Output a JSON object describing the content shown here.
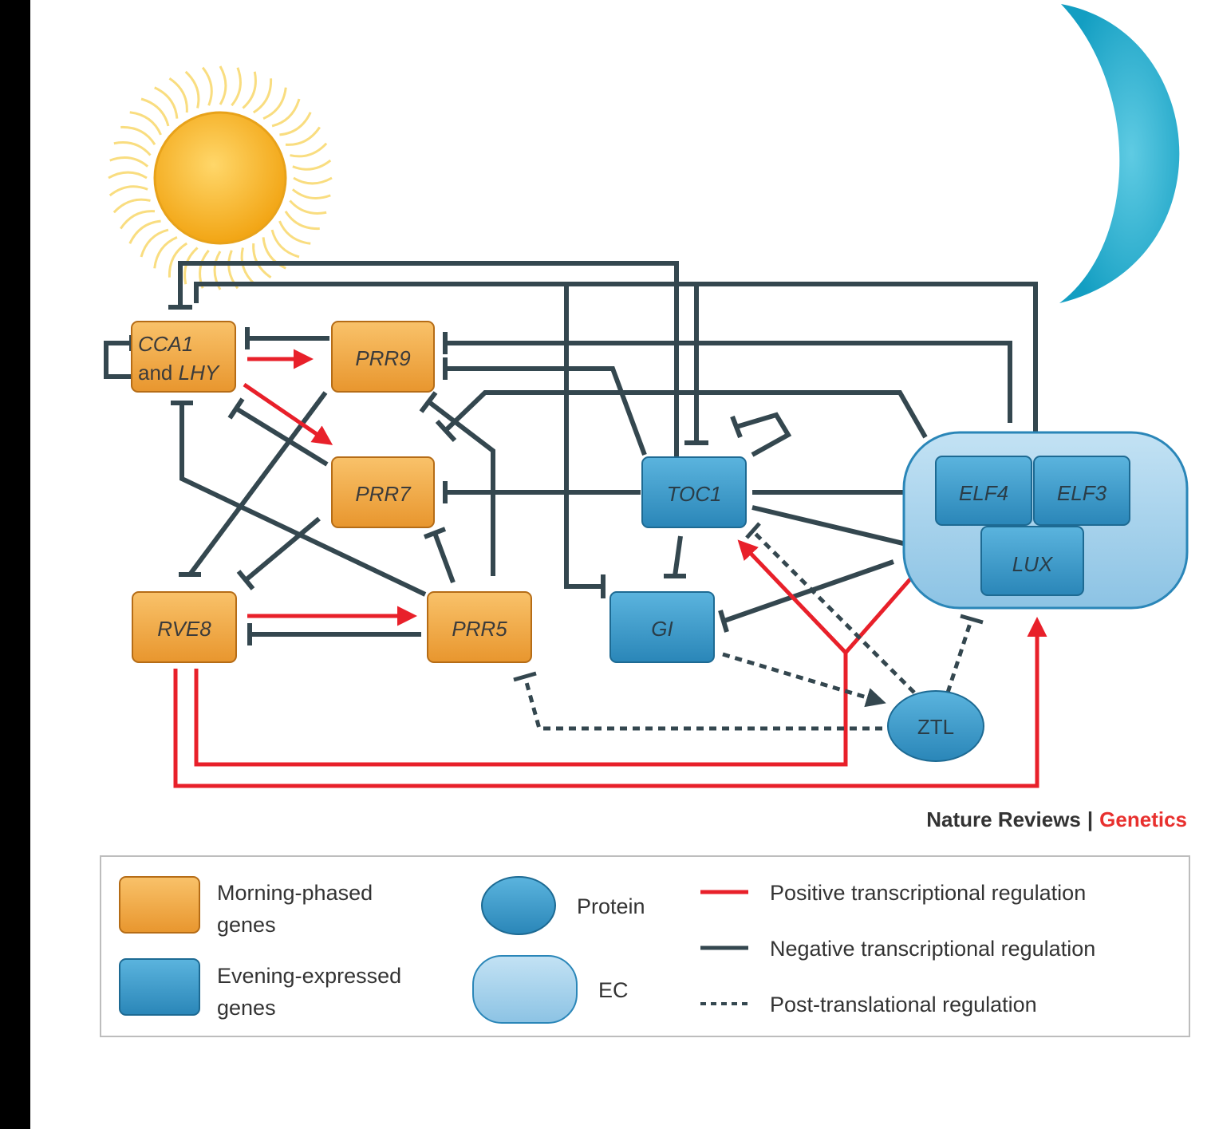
{
  "nodes": {
    "cca1_lhy": {
      "line1": "CCA1",
      "line2_prefix": "and ",
      "line2_italic": "LHY"
    },
    "prr9": "PRR9",
    "prr7": "PRR7",
    "prr5": "PRR5",
    "rve8": "RVE8",
    "toc1": "TOC1",
    "gi": "GI",
    "elf4": "ELF4",
    "elf3": "ELF3",
    "lux": "LUX",
    "ztl": "ZTL"
  },
  "legend": {
    "morning_line1": "Morning-phased",
    "morning_line2": "genes",
    "evening_line1": "Evening-expressed",
    "evening_line2": "genes",
    "protein": "Protein",
    "ec": "EC",
    "positive": "Positive transcriptional regulation",
    "negative": "Negative transcriptional regulation",
    "post": "Post-translational regulation"
  },
  "credit": {
    "publisher": "Nature Reviews",
    "separator": "|",
    "journal": "Genetics"
  },
  "colors": {
    "morning_fill": "#f0a540",
    "evening_fill": "#3b9ccb",
    "ec_fill": "#a9d3ec",
    "positive": "#e8202a",
    "negative": "#34474f",
    "sun": "#f6b21c",
    "moon": "#1aa6c8"
  },
  "icons": [
    "sun-icon",
    "moon-icon"
  ]
}
